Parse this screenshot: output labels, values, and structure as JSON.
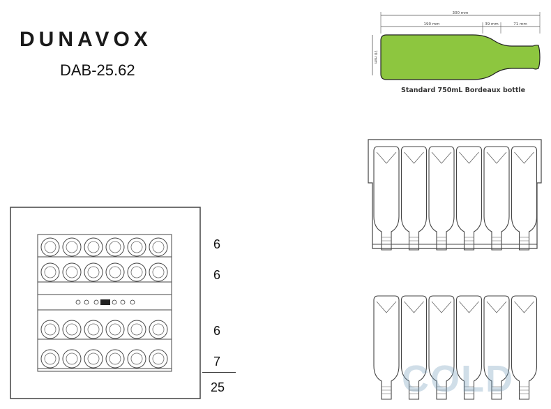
{
  "brand": "DUNAVOX",
  "model": "DAB-25.62",
  "bottle_diagram": {
    "caption": "Standard 750mL Bordeaux bottle",
    "total_length": "300 mm",
    "body_length": "190 mm",
    "shoulder_length": "39 mm",
    "neck_length": "71 mm",
    "diameter": "70 mm",
    "bottle_color": "#8dc63f"
  },
  "shelves": {
    "counts": [
      "6",
      "6",
      "6",
      "7"
    ],
    "total": "25"
  },
  "watermark": "COLD",
  "colors": {
    "outline": "#555555",
    "bottle_fill": "#8dc63f"
  }
}
